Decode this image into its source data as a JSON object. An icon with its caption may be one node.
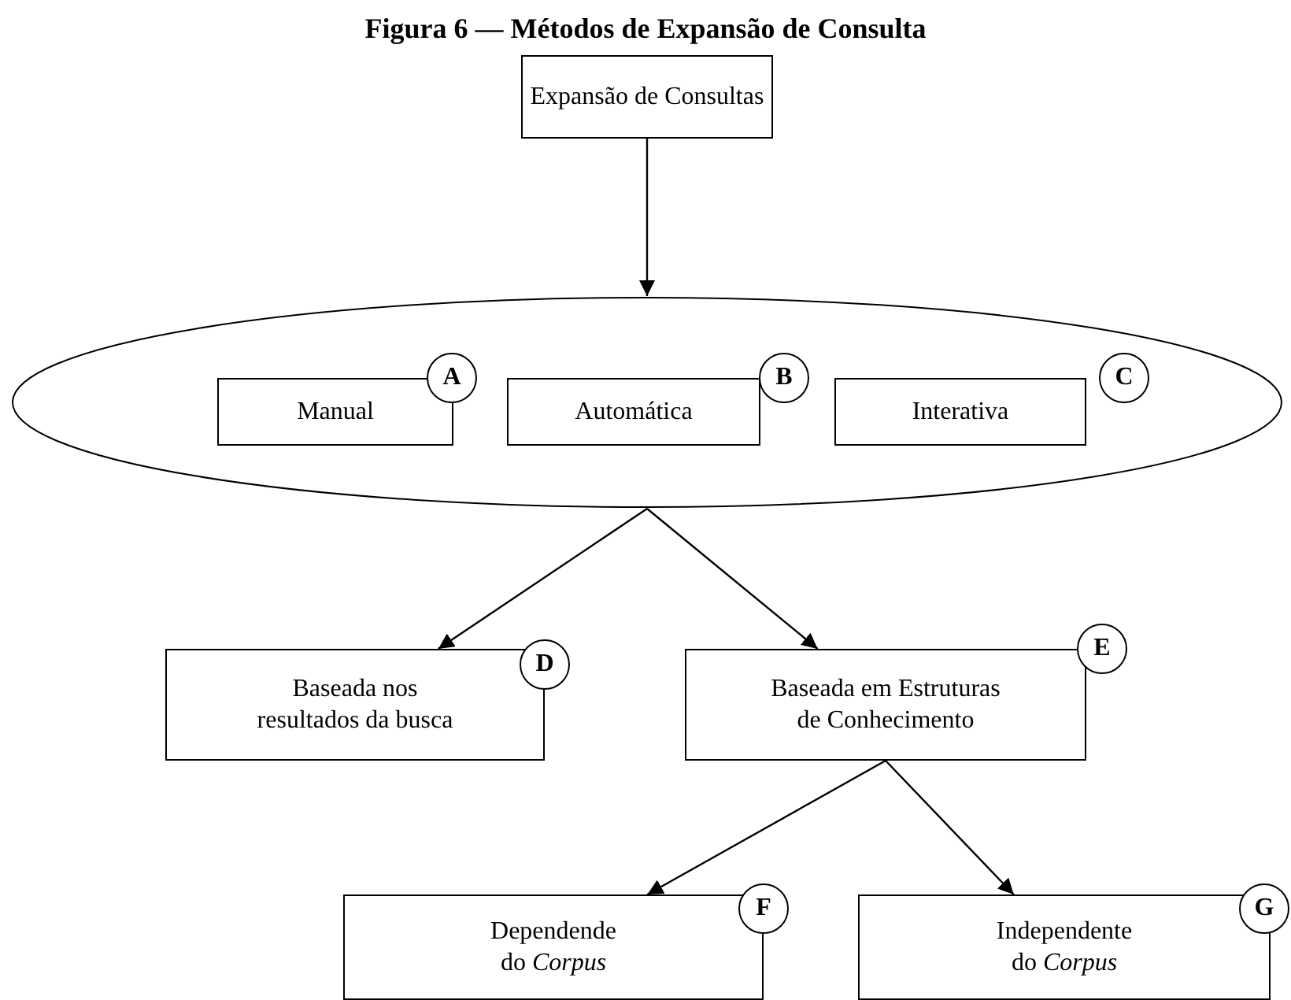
{
  "diagram": {
    "title": "Figura 6 — Métodos de Expansão de Consulta",
    "nodes": [
      {
        "text": [
          "Expansão de Consultas"
        ]
      },
      {
        "text": [],
        "shape": "ellipse"
      },
      {
        "text": [
          "Manual"
        ],
        "in": 1
      },
      {
        "text": [
          "A"
        ],
        "in": 1
      },
      {
        "text": [
          "Automática"
        ],
        "in": 1
      },
      {
        "text": [
          "B"
        ],
        "in": 1
      },
      {
        "text": [
          "Interativa"
        ],
        "in": 1
      },
      {
        "text": [
          "C"
        ],
        "in": 1
      },
      {
        "text": [
          "Baseada nos resultados da busca"
        ]
      },
      {
        "text": [
          "D"
        ]
      },
      {
        "text": [
          "Baseada em Estruturas de Conhecimento"
        ]
      },
      {
        "text": [
          "E"
        ]
      },
      {
        "text": [
          "Dependende do *Corpus*"
        ]
      },
      {
        "text": [
          "F"
        ]
      },
      {
        "text": [
          "Independente do *Corpus*"
        ]
      },
      {
        "text": [
          "G"
        ]
      }
    ],
    "edges": [
      {
        "from": 0,
        "to": 1,
        "arrow": "to"
      },
      {
        "from": 1,
        "to": 8,
        "arrow": "to"
      },
      {
        "from": 1,
        "to": 10,
        "arrow": "to"
      },
      {
        "from": 10,
        "to": 12,
        "arrow": "to"
      },
      {
        "from": 10,
        "to": 14,
        "arrow": "to"
      }
    ]
  }
}
